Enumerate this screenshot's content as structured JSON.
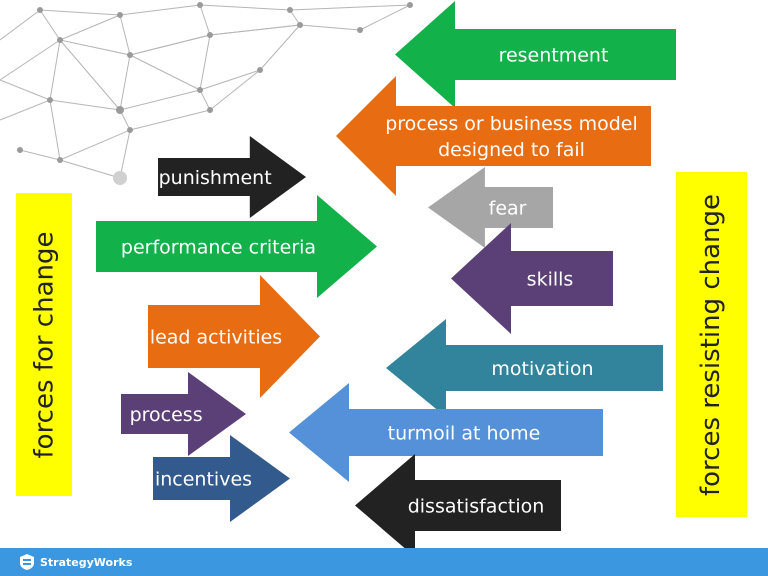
{
  "labels": {
    "left": "forces for change",
    "right": "forces resisting change"
  },
  "footer": {
    "brand": "StrategyWorks"
  },
  "forces_for": [
    {
      "label": "punishment",
      "color": "#222222"
    },
    {
      "label": "performance criteria",
      "color": "#12b14a"
    },
    {
      "label": "lead activities",
      "color": "#e86c12"
    },
    {
      "label": "process",
      "color": "#5b4077"
    },
    {
      "label": "incentives",
      "color": "#335a8c"
    }
  ],
  "forces_against": [
    {
      "label": "resentment",
      "color": "#12b14a"
    },
    {
      "label": "process or business model",
      "label2": "designed to fail",
      "color": "#e86c12"
    },
    {
      "label": "fear",
      "color": "#a6a6a6"
    },
    {
      "label": "skills",
      "color": "#5b4077"
    },
    {
      "label": "motivation",
      "color": "#31849b"
    },
    {
      "label": "turmoil at home",
      "color": "#5591d8"
    },
    {
      "label": "dissatisfaction",
      "color": "#222222"
    }
  ]
}
